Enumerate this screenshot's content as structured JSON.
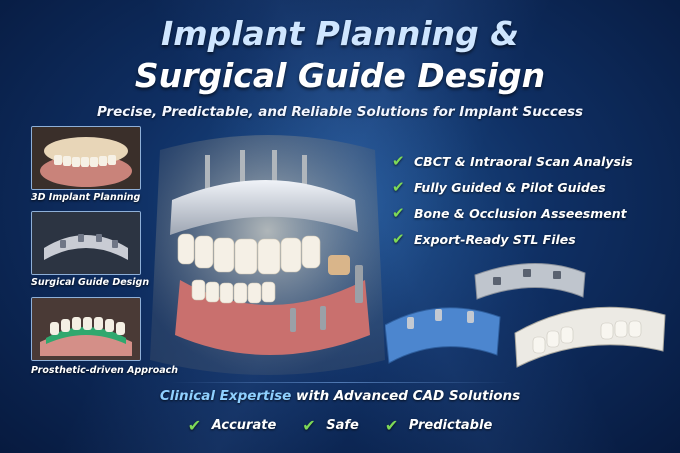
{
  "title": {
    "line1": "Implant Planning &",
    "line2": "Surgical Guide Design"
  },
  "subtitle": "Precise, Predictable, and Reliable Solutions for Implant Success",
  "thumbnails": [
    {
      "label": "3D Implant Planning",
      "icon": "jaw-scan-icon"
    },
    {
      "label": "Surgical Guide Design",
      "icon": "surgical-guide-icon"
    },
    {
      "label": "Prosthetic-driven Approach",
      "icon": "prosthesis-icon"
    }
  ],
  "features": [
    "CBCT & Intraoral Scan Analysis",
    "Fully Guided & Pilot Guides",
    "Bone & Occlusion Asseesment",
    "Export-Ready STL Files"
  ],
  "tagline": {
    "part1": "Clinical Expertise",
    "part2": " with ",
    "part3": "Advanced CAD Solutions"
  },
  "badges": [
    "Accurate",
    "Safe",
    "Predictable"
  ],
  "check_glyph": "✔",
  "colors": {
    "background": "#0f2f63",
    "check": "#7ed957",
    "title_light": "#cfe6ff",
    "tagline_light": "#8fd0ff"
  }
}
